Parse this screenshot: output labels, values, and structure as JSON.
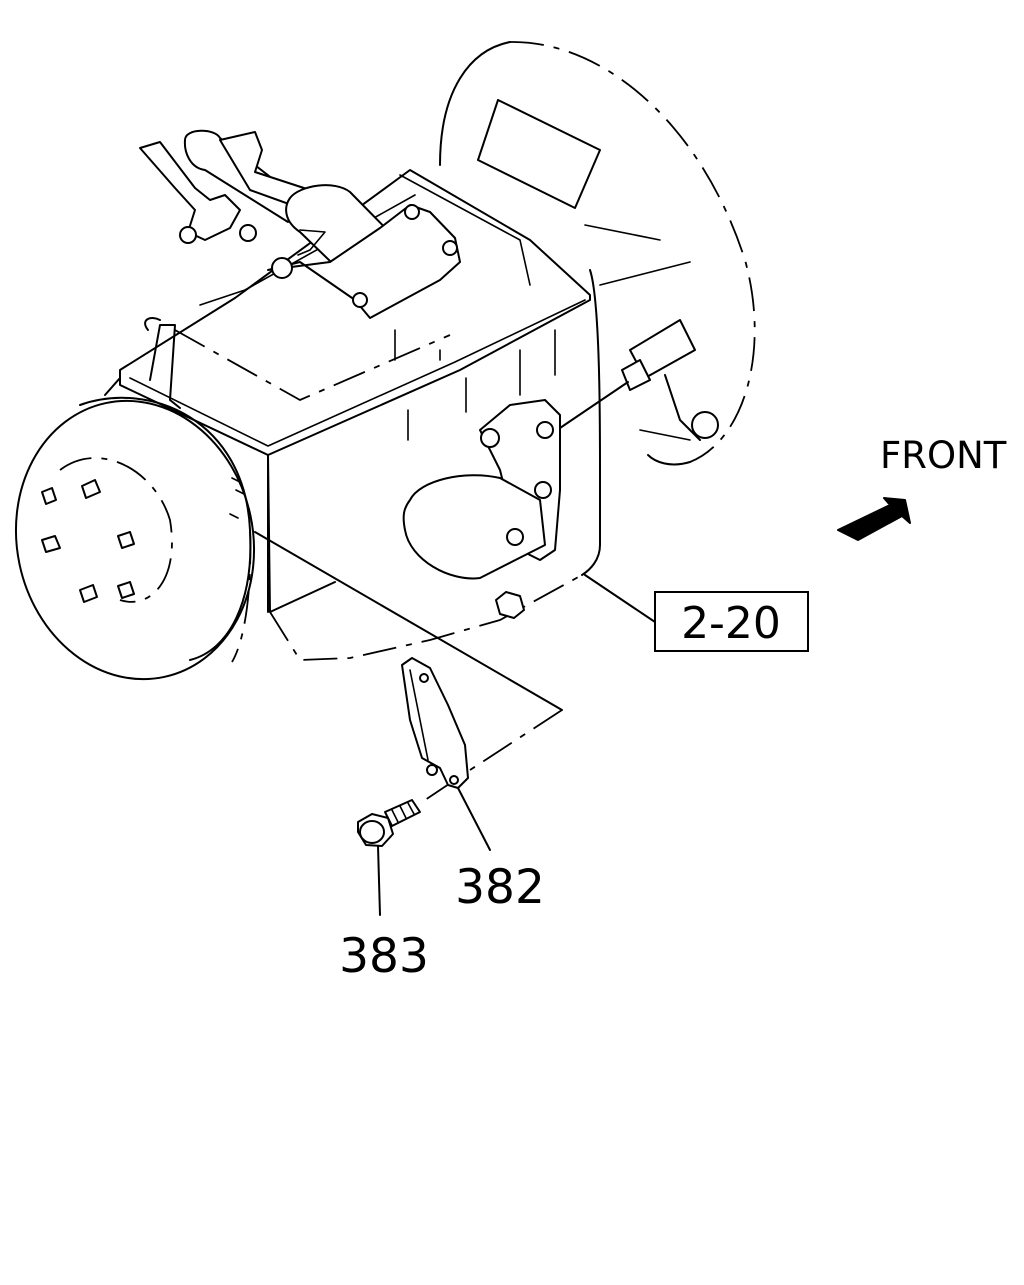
{
  "labels": {
    "front": "FRONT",
    "ref_box": "2-20",
    "part_bracket": "382",
    "part_bolt": "383"
  },
  "icons": {
    "front_arrow": "arrow-up-right-icon"
  },
  "colors": {
    "ink": "#000000",
    "paper": "#ffffff"
  }
}
